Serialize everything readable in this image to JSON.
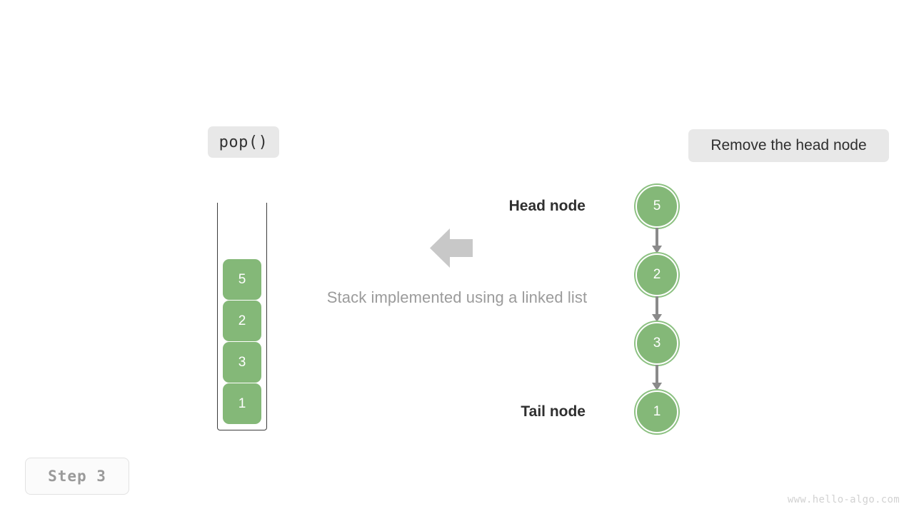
{
  "operation": {
    "label": "pop()"
  },
  "caption": {
    "action_text": "Remove the head node",
    "description": "Stack implemented using a linked list"
  },
  "step": {
    "label": "Step 3"
  },
  "stack": {
    "cells": [
      {
        "value": "5"
      },
      {
        "value": "2"
      },
      {
        "value": "3"
      },
      {
        "value": "1"
      }
    ]
  },
  "linked_list": {
    "head_label": "Head node",
    "tail_label": "Tail node",
    "nodes": [
      {
        "value": "5"
      },
      {
        "value": "2"
      },
      {
        "value": "3"
      },
      {
        "value": "1"
      }
    ]
  },
  "arrow": {
    "direction": "left"
  },
  "watermark": {
    "text": "www.hello-algo.com"
  },
  "colors": {
    "node_green": "#84b878",
    "node_ring_green": "#8cc181",
    "badge_gray": "#e8e8e8",
    "arrow_gray": "#c8c8c8",
    "link_gray": "#8a8a8a",
    "text_dark": "#2f2f2f",
    "text_muted": "#9b9b9b",
    "watermark_gray": "#d2d2d2"
  }
}
